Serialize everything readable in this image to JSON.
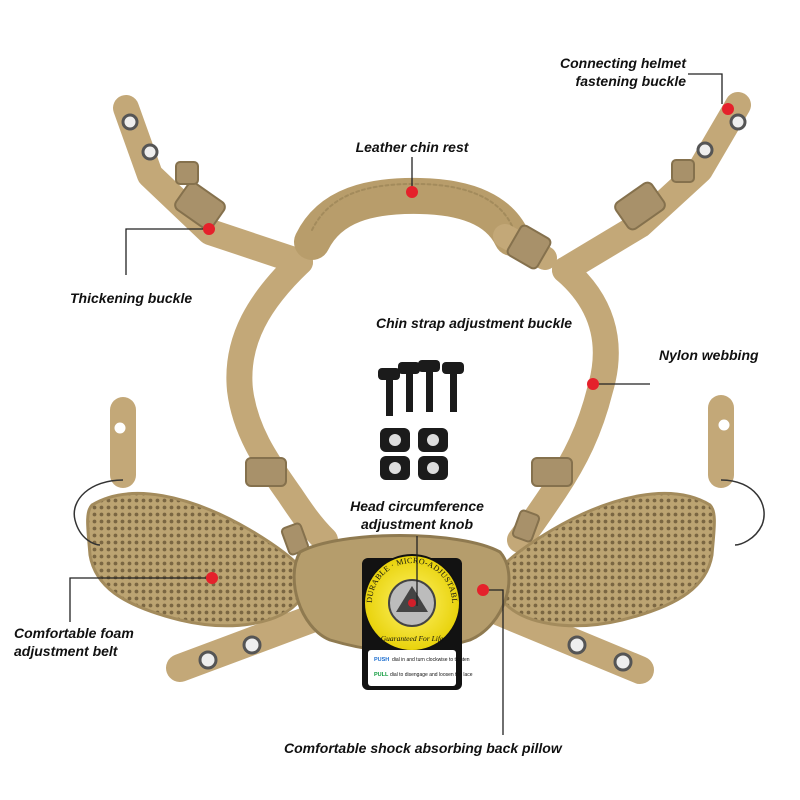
{
  "colors": {
    "webbing": "#c3a878",
    "webbing_dark": "#a38b5c",
    "buckle": "#a8916a",
    "pad": "#b59d6c",
    "knob_yellow": "#f3e21c",
    "dot_red": "#e5212b",
    "leader": "#222222"
  },
  "labels": {
    "connecting_buckle_1": "Connecting helmet",
    "connecting_buckle_2": "fastening buckle",
    "leather_chin_rest": "Leather chin rest",
    "thickening_buckle": "Thickening buckle",
    "chin_strap_buckle": "Chin strap adjustment buckle",
    "nylon_webbing": "Nylon webbing",
    "head_knob_1": "Head circumference",
    "head_knob_2": "adjustment knob",
    "foam_belt_1": "Comfortable foam",
    "foam_belt_2": "adjustment belt",
    "back_pillow": "Comfortable shock absorbing back pillow"
  },
  "knob": {
    "ring_text": "DURABLE · MICRO-ADJUSTABLE · SECURE",
    "bottom_text": "Guaranteed For Life",
    "push_word": "PUSH",
    "push_text": "dial in and turn clockwise to tighten",
    "pull_word": "PULL",
    "pull_text": "dial to disengage and loosen the lace"
  }
}
